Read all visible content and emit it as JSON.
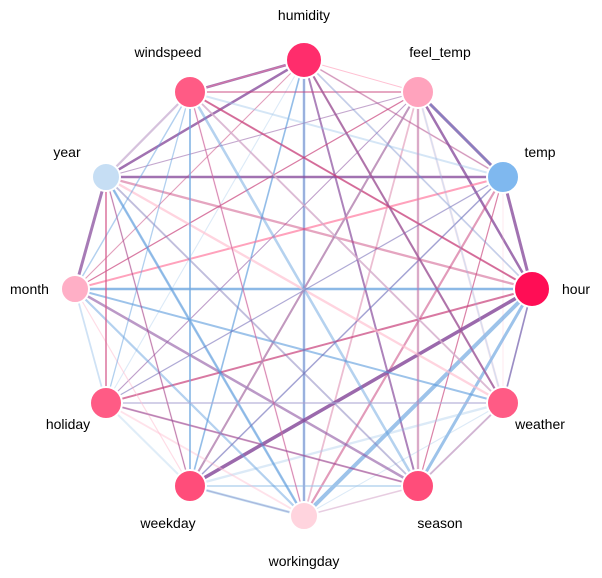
{
  "diagram": {
    "type": "network-circle",
    "nodes": [
      {
        "id": "humidity",
        "label": "humidity",
        "color": "#ff2d6c",
        "size": "large"
      },
      {
        "id": "feel_temp",
        "label": "feel_temp",
        "color": "#ffa3bd",
        "size": "medium"
      },
      {
        "id": "temp",
        "label": "temp",
        "color": "#7fb8ef",
        "size": "medium"
      },
      {
        "id": "hour",
        "label": "hour",
        "color": "#ff0d55",
        "size": "large"
      },
      {
        "id": "weather",
        "label": "weather",
        "color": "#ff5b85",
        "size": "medium"
      },
      {
        "id": "season",
        "label": "season",
        "color": "#ff4d7a",
        "size": "medium"
      },
      {
        "id": "workingday",
        "label": "workingday",
        "color": "#ffd4de",
        "size": "small"
      },
      {
        "id": "weekday",
        "label": "weekday",
        "color": "#ff4d7a",
        "size": "medium"
      },
      {
        "id": "holiday",
        "label": "holiday",
        "color": "#ff5b85",
        "size": "medium"
      },
      {
        "id": "month",
        "label": "month",
        "color": "#ffafc6",
        "size": "small"
      },
      {
        "id": "year",
        "label": "year",
        "color": "#c6def4",
        "size": "small"
      },
      {
        "id": "windspeed",
        "label": "windspeed",
        "color": "#ff5b85",
        "size": "medium"
      }
    ],
    "edge_colors": {
      "blue": "#5b9bdc",
      "purple": "#8a4f9e",
      "magenta": "#c8407a",
      "pink": "#ff7aa0",
      "light_blue": "#9fc6ea",
      "light_pink": "#ffc0d1"
    }
  }
}
